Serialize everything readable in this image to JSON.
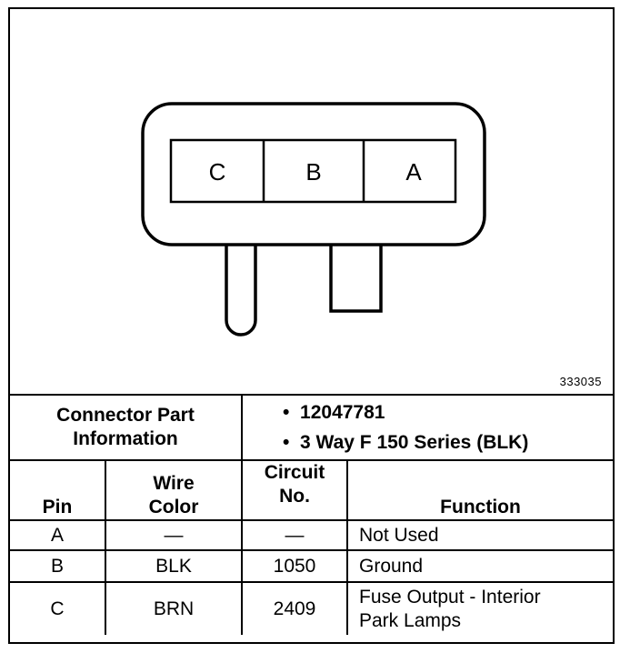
{
  "figure_id": "333035",
  "connector": {
    "pins": [
      "C",
      "B",
      "A"
    ]
  },
  "part_info": {
    "title_line1": "Connector Part",
    "title_line2": "Information",
    "items": [
      "12047781",
      "3 Way F 150 Series (BLK)"
    ]
  },
  "headers": {
    "pin": "Pin",
    "wire_color_line1": "Wire",
    "wire_color_line2": "Color",
    "circuit_line1": "Circuit",
    "circuit_line2": "No.",
    "function": "Function"
  },
  "rows": [
    {
      "pin": "A",
      "wire_color": "—",
      "circuit": "—",
      "function_line1": "Not Used",
      "function_line2": ""
    },
    {
      "pin": "B",
      "wire_color": "BLK",
      "circuit": "1050",
      "function_line1": "Ground",
      "function_line2": ""
    },
    {
      "pin": "C",
      "wire_color": "BRN",
      "circuit": "2409",
      "function_line1": "Fuse Output - Interior",
      "function_line2": "Park Lamps"
    }
  ],
  "bullet_symbol": "•"
}
